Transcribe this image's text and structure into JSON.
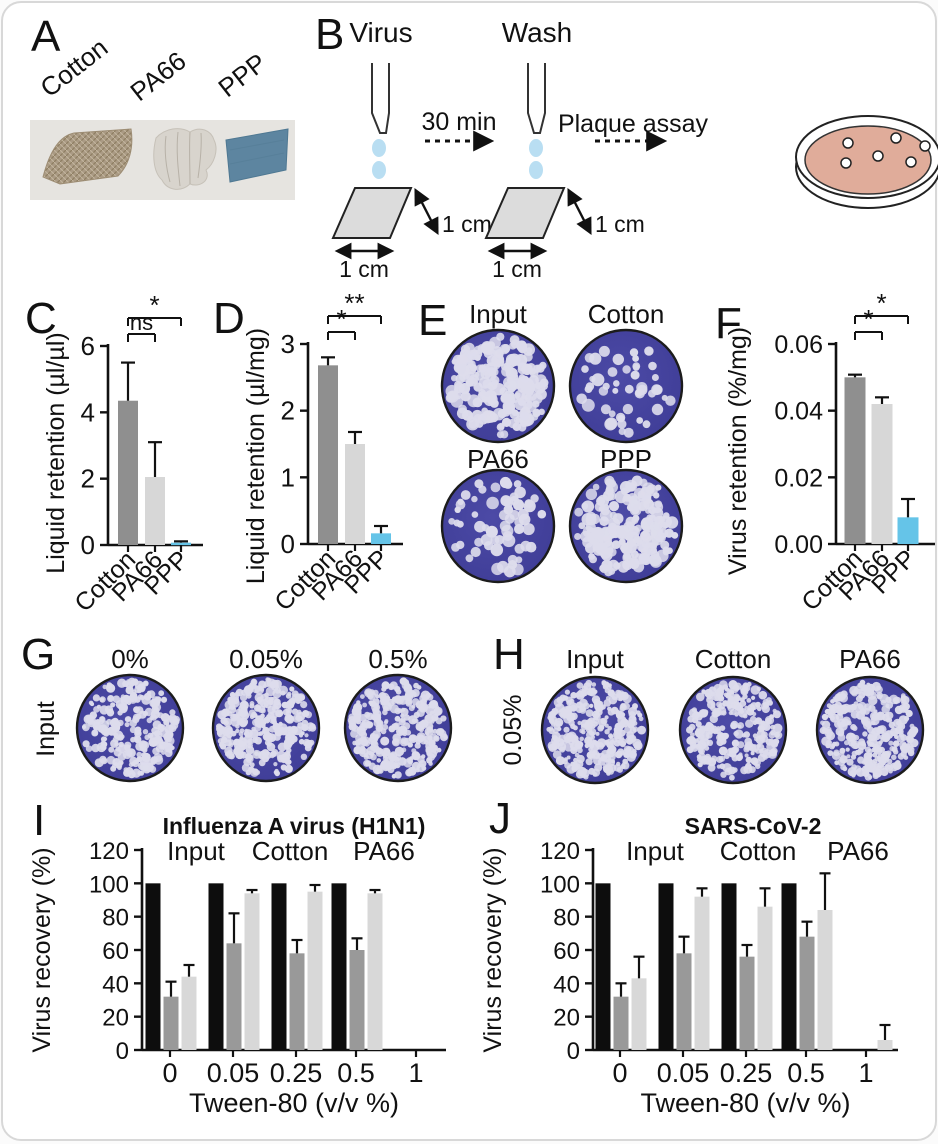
{
  "panels": {
    "A": "A",
    "B": "B",
    "C": "C",
    "D": "D",
    "E": "E",
    "F": "F",
    "G": "G",
    "H": "H",
    "I": "I",
    "J": "J"
  },
  "panelA": {
    "samples": [
      "Cotton",
      "PA66",
      "PPP"
    ],
    "colors": {
      "photo_bg": "#e6e4e0",
      "cotton": "#aa9a84",
      "pa66": "#d8d4cd",
      "ppp": "#5d85a0"
    }
  },
  "panelB": {
    "virus_label": "Virus",
    "wash_label": "Wash",
    "step1_label": "30 min",
    "step2_label": "Plaque assay",
    "side_dim": "1 cm",
    "bottom_dim": "1 cm",
    "colors": {
      "droplet": "#b9def2",
      "fabric": "#dcdcdc",
      "dish": "#e0ac9a"
    }
  },
  "chart_data": [
    {
      "id": "C",
      "type": "bar",
      "ylabel": "Liquid retention (µl/µl)",
      "categories": [
        "Cotton",
        "PA66",
        "PPP"
      ],
      "values": [
        4.35,
        2.05,
        0.07
      ],
      "errors": [
        1.15,
        1.05,
        0.04
      ],
      "bar_colors": [
        "#8f8f8f",
        "#d7d7d7",
        "#65c4e8"
      ],
      "ylim": [
        0,
        6
      ],
      "yticks": [
        0,
        2,
        4,
        6
      ],
      "ytick_labels": [
        "0",
        "2",
        "4",
        "6"
      ],
      "significance": [
        {
          "pair": [
            0,
            1
          ],
          "label": "ns"
        },
        {
          "pair": [
            0,
            2
          ],
          "label": "*"
        }
      ]
    },
    {
      "id": "D",
      "type": "bar",
      "ylabel": "Liquid retention (µl/mg)",
      "categories": [
        "Cotton",
        "PA66",
        "PPP"
      ],
      "values": [
        2.68,
        1.5,
        0.16
      ],
      "errors": [
        0.12,
        0.18,
        0.11
      ],
      "bar_colors": [
        "#8f8f8f",
        "#d7d7d7",
        "#65c4e8"
      ],
      "ylim": [
        0,
        3
      ],
      "yticks": [
        0,
        1,
        2,
        3
      ],
      "ytick_labels": [
        "0",
        "1",
        "2",
        "3"
      ],
      "significance": [
        {
          "pair": [
            0,
            1
          ],
          "label": "*"
        },
        {
          "pair": [
            0,
            2
          ],
          "label": "**"
        }
      ]
    },
    {
      "id": "F",
      "type": "bar",
      "ylabel": "Virus retention (%/mg)",
      "categories": [
        "Cotton",
        "PA66",
        "PPP"
      ],
      "values": [
        0.05,
        0.042,
        0.008
      ],
      "errors": [
        0.0008,
        0.002,
        0.0055
      ],
      "bar_colors": [
        "#8f8f8f",
        "#d7d7d7",
        "#65c4e8"
      ],
      "ylim": [
        0,
        0.06
      ],
      "yticks": [
        0,
        0.02,
        0.04,
        0.06
      ],
      "ytick_labels": [
        "0.00",
        "0.02",
        "0.04",
        "0.06"
      ],
      "significance": [
        {
          "pair": [
            0,
            1
          ],
          "label": "*"
        },
        {
          "pair": [
            0,
            2
          ],
          "label": "*"
        }
      ]
    },
    {
      "id": "I",
      "type": "grouped-bar",
      "title": "Influenza A virus (H1N1)",
      "ylabel": "Virus recovery (%)",
      "xlabel": "Tween-80 (v/v %)",
      "categories": [
        "0",
        "0.05",
        "0.25",
        "0.5",
        "1"
      ],
      "ylim": [
        0,
        120
      ],
      "yticks": [
        0,
        20,
        40,
        60,
        80,
        100,
        120
      ],
      "ytick_labels": [
        "0",
        "20",
        "40",
        "60",
        "80",
        "100",
        "120"
      ],
      "legend_colors": [
        "#111111",
        "#8e8e8e",
        "#c7c7c7"
      ],
      "series": [
        {
          "name": "Input",
          "color": "#0d0d0d",
          "values": [
            100,
            100,
            100,
            100,
            null
          ],
          "errors": [
            0,
            0,
            0,
            0,
            0
          ]
        },
        {
          "name": "Cotton",
          "color": "#999999",
          "values": [
            32,
            64,
            58,
            60,
            null
          ],
          "errors": [
            9,
            18,
            8,
            7,
            0
          ]
        },
        {
          "name": "PA66",
          "color": "#d8d8d8",
          "values": [
            44,
            94,
            95,
            94,
            null
          ],
          "errors": [
            7,
            2,
            4,
            2,
            0
          ]
        }
      ]
    },
    {
      "id": "J",
      "type": "grouped-bar",
      "title": "SARS-CoV-2",
      "ylabel": "Virus recovery (%)",
      "xlabel": "Tween-80 (v/v %)",
      "categories": [
        "0",
        "0.05",
        "0.25",
        "0.5",
        "1"
      ],
      "ylim": [
        0,
        120
      ],
      "yticks": [
        0,
        20,
        40,
        60,
        80,
        100,
        120
      ],
      "ytick_labels": [
        "0",
        "20",
        "40",
        "60",
        "80",
        "100",
        "120"
      ],
      "legend_colors": [
        "#111111",
        "#8e8e8e",
        "#c7c7c7"
      ],
      "series": [
        {
          "name": "Input",
          "color": "#0d0d0d",
          "values": [
            100,
            100,
            100,
            100,
            null
          ],
          "errors": [
            0,
            0,
            0,
            0,
            0
          ]
        },
        {
          "name": "Cotton",
          "color": "#999999",
          "values": [
            32,
            58,
            56,
            68,
            null
          ],
          "errors": [
            8,
            10,
            7,
            9,
            0
          ]
        },
        {
          "name": "PA66",
          "color": "#d8d8d8",
          "values": [
            43,
            92,
            86,
            84,
            6
          ],
          "errors": [
            13,
            5,
            11,
            22,
            9
          ]
        }
      ]
    }
  ],
  "panelE": {
    "wells": [
      {
        "label": "Input",
        "plaques": 230,
        "seed": 11
      },
      {
        "label": "Cotton",
        "plaques": 48,
        "seed": 22
      },
      {
        "label": "PA66",
        "plaques": 62,
        "seed": 33
      },
      {
        "label": "PPP",
        "plaques": 190,
        "seed": 44
      }
    ]
  },
  "panelG": {
    "row_label": "Input",
    "wells": [
      {
        "label": "0%",
        "plaques": 250,
        "seed": 55
      },
      {
        "label": "0.05%",
        "plaques": 310,
        "seed": 66
      },
      {
        "label": "0.5%",
        "plaques": 290,
        "seed": 77
      }
    ]
  },
  "panelH": {
    "row_label": "0.05%",
    "wells": [
      {
        "label": "Input",
        "plaques": 310,
        "seed": 88
      },
      {
        "label": "Cotton",
        "plaques": 250,
        "seed": 99
      },
      {
        "label": "PA66",
        "plaques": 280,
        "seed": 111
      }
    ]
  },
  "well_style": {
    "base": "#3f3d97",
    "base_light": "#4c4aa6",
    "dot": "#dddcec",
    "outline": "#1c1c1c"
  }
}
